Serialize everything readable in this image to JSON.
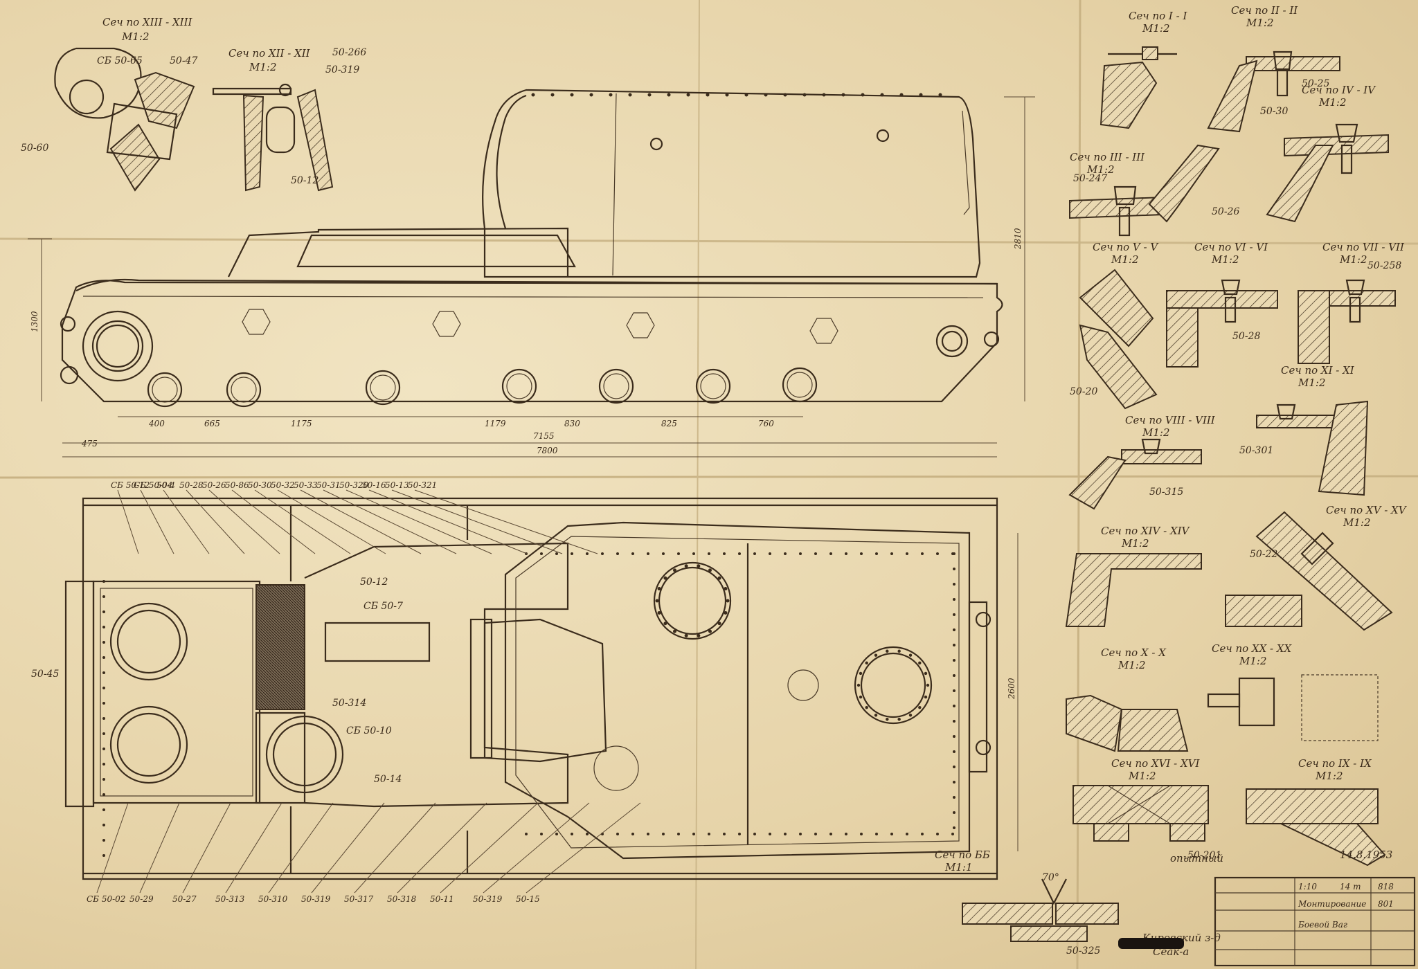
{
  "sheet": {
    "stamp_left": "Кировский з-д",
    "stamp_left2": "Сеак-а",
    "stamp_opytny": "опытный",
    "stamp_date": "14.8.1953"
  },
  "sections": [
    {
      "title": "Сеч по XIII - XIII",
      "scale": "M1:2"
    },
    {
      "title": "Сеч по XII - XII",
      "scale": "M1:2"
    },
    {
      "title": "Сеч по I - I",
      "scale": "M1:2"
    },
    {
      "title": "Сеч по II - II",
      "scale": "M1:2"
    },
    {
      "title": "Сеч по III - III",
      "scale": "M1:2"
    },
    {
      "title": "Сеч по IV - IV",
      "scale": "M1:2"
    },
    {
      "title": "Сеч по V - V",
      "scale": "M1:2"
    },
    {
      "title": "Сеч по VI - VI",
      "scale": "M1:2"
    },
    {
      "title": "Сеч по VII - VII",
      "scale": "M1:2"
    },
    {
      "title": "Сеч по VIII - VIII",
      "scale": "M1:2"
    },
    {
      "title": "Сеч по XI - XI",
      "scale": "M1:2"
    },
    {
      "title": "Сеч по XIV - XIV",
      "scale": "M1:2"
    },
    {
      "title": "Сеч по XV - XV",
      "scale": "M1:2"
    },
    {
      "title": "Сеч по X - X",
      "scale": "M1:2"
    },
    {
      "title": "Сеч по XX - XX",
      "scale": "M1:2"
    },
    {
      "title": "Сеч по XVI - XVI",
      "scale": "M1:2"
    },
    {
      "title": "Сеч по IX - IX",
      "scale": "M1:2"
    },
    {
      "title": "Сеч по ББ",
      "scale": "M1:1"
    }
  ],
  "side_dims": {
    "d1": "400",
    "d2": "665",
    "d3": "1175",
    "d4": "1179",
    "d5": "830",
    "d6": "825",
    "d7": "760",
    "total1": "7155",
    "total2": "7800",
    "left": "475",
    "height": "2810",
    "left_h": "1300"
  },
  "plan_callouts": [
    "СБ 50-12",
    "СБ 50-04",
    "50-4",
    "50-28",
    "50-26",
    "50-86",
    "50-30",
    "50-32",
    "50-33",
    "50-31",
    "50-320",
    "50-16",
    "50-13",
    "50-321"
  ],
  "plan_callouts_bottom": [
    "СБ 50-02",
    "50-29",
    "50-27",
    "50-313",
    "50-310",
    "50-319",
    "50-317",
    "50-318",
    "50-11",
    "50-319",
    "50-15"
  ],
  "plan_inner": {
    "sb_left": "50-45",
    "sb_mid": "СБ 50-7",
    "sb_hatch": "СБ 50-10",
    "p50_314": "50-314",
    "p50_14": "50-14",
    "p50_12": "50-12",
    "width": "2600"
  },
  "part_labels": {
    "a": "50-60",
    "b": "50-47",
    "c": "СБ 50-65",
    "d": "50-266",
    "e": "50-319",
    "f": "50-12",
    "g": "50-25",
    "h": "50-30",
    "i": "50-247",
    "j": "50-26",
    "k": "50-20",
    "l": "50-28",
    "m": "50-258",
    "n": "50-301",
    "o": "50-315",
    "p": "50-22",
    "q": "50-25",
    "r": "50-201",
    "s": "50-325",
    "angle": "70°"
  },
  "title_block": {
    "scale": "1:10",
    "mass": "14 т",
    "name1": "Монтирование",
    "name2": "Боевой Ваг",
    "sheet": "818",
    "code": "801"
  }
}
